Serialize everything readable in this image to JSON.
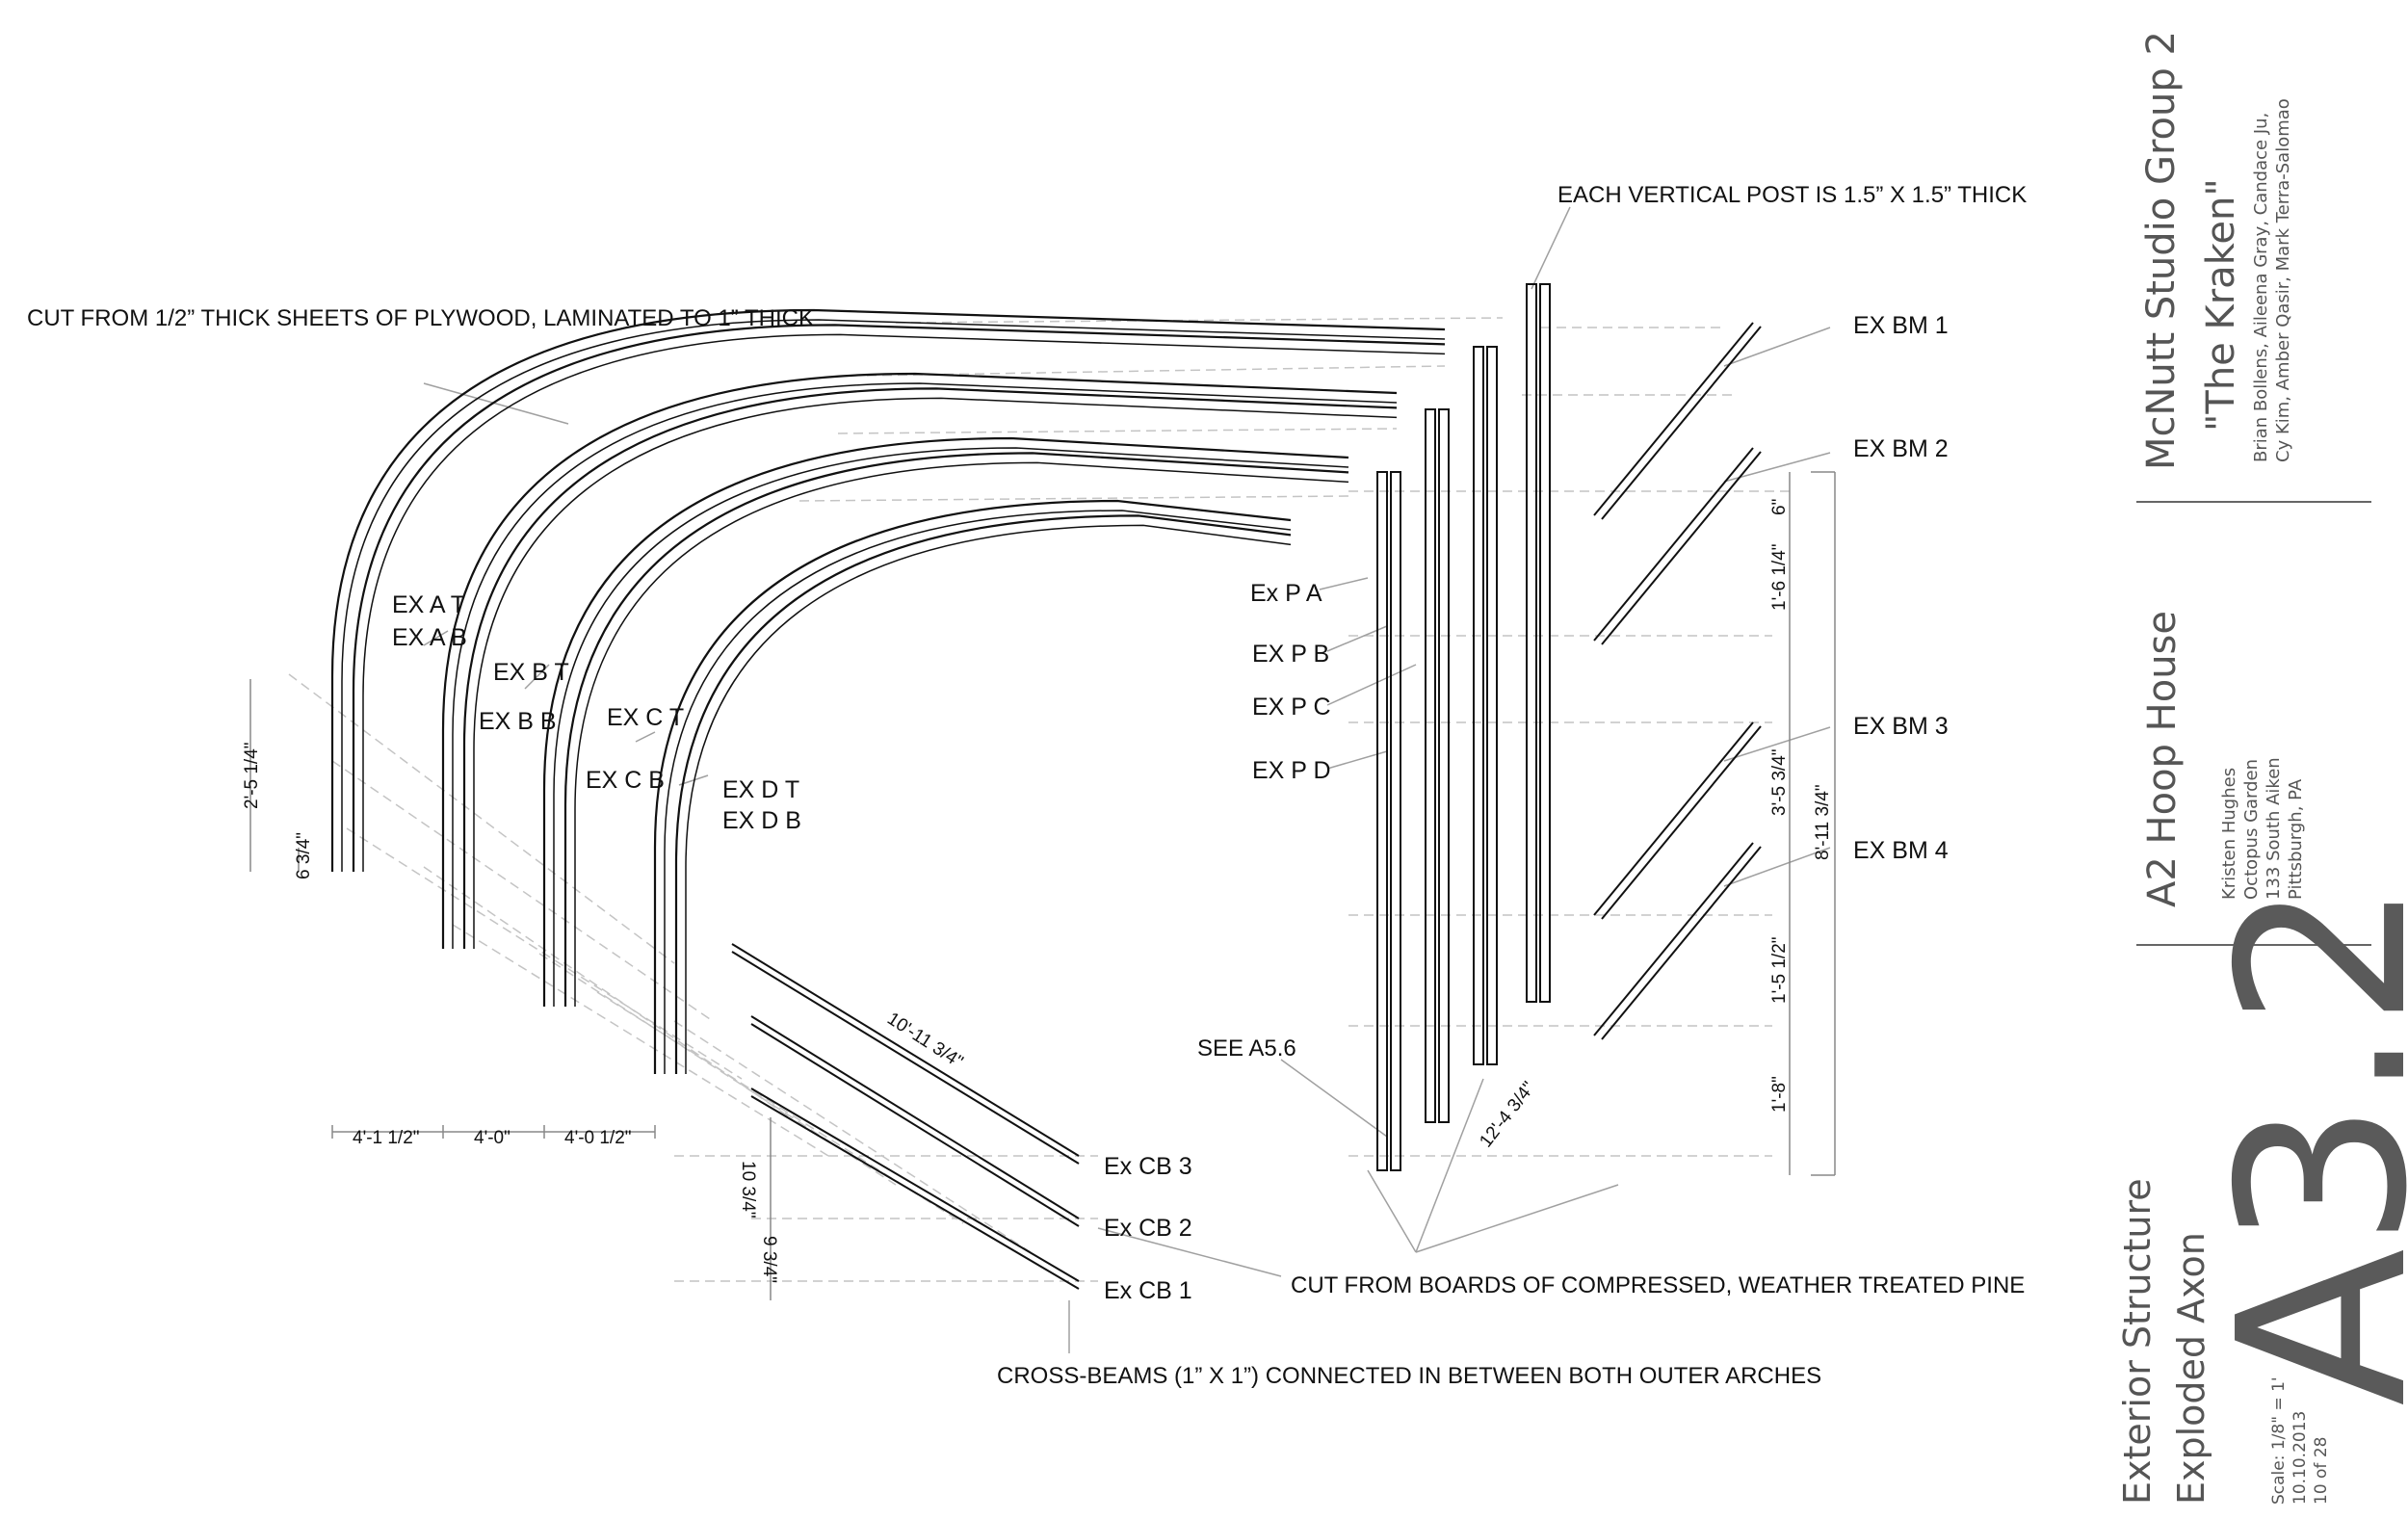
{
  "notes": {
    "vertical_post": "EACH VERTICAL POST IS 1.5” X 1.5” THICK",
    "plywood": "CUT FROM 1/2” THICK SHEETS OF PLYWOOD, LAMINATED TO 1” THICK",
    "pine": "CUT FROM BOARDS OF COMPRESSED, WEATHER TREATED PINE",
    "cross_beams": "CROSS-BEAMS (1” X 1”) CONNECTED IN BETWEEN BOTH OUTER ARCHES",
    "see_detail": "SEE A5.6"
  },
  "arch_labels": [
    "EX A T",
    "EX A B",
    "EX B T",
    "EX B B",
    "EX C T",
    "EX C B",
    "EX D T",
    "EX D B"
  ],
  "post_labels": [
    "Ex P A",
    "EX P B",
    "EX P C",
    "EX P D"
  ],
  "beam_labels": [
    "EX BM 1",
    "EX BM 2",
    "EX BM 3",
    "EX BM 4"
  ],
  "cross_beam_labels": [
    "Ex CB 3",
    "Ex CB 2",
    "Ex CB 1"
  ],
  "dimensions": {
    "arch_height_1": "2'-5 1/4\"",
    "arch_height_2": "6 3/4\"",
    "arch_spacing_1": "4'-1 1/2\"",
    "arch_spacing_2": "4'-0\"",
    "arch_spacing_3": "4'-0 1/2\"",
    "cross_beam_length": "10'-11 3/4\"",
    "cross_beam_spacing_1": "10 3/4\"",
    "cross_beam_spacing_2": "9 3/4\"",
    "post_length": "12'-4 3/4\"",
    "beam_spacing_1": "6\"",
    "beam_spacing_2": "1'-6 1/4\"",
    "beam_spacing_3": "3'-5 3/4\"",
    "beam_spacing_4": "1'-5 1/2\"",
    "beam_spacing_5": "1'-8\"",
    "overall_height": "8'-11 3/4\""
  },
  "title_block": {
    "studio": "McNutt Studio Group 2",
    "project_name": "\"The Kraken\"",
    "team_line_1": "Brian Bollens, Aileena Gray, Candace Ju,",
    "team_line_2": "Cy Kim, Amber Qasir, Mark Terra-Salomao",
    "project": "A2 Hoop House",
    "client": "Kristen Hughes",
    "org": "Octopus Garden",
    "address": "133 South Aiken",
    "city": "Pittsburgh, PA",
    "sheet_number": "A3.2",
    "sheet_title_1": "Exterior Structure",
    "sheet_title_2": "Exploded Axon",
    "scale": "Scale: 1/8\" = 1'",
    "date": "10.10.2013",
    "page": "10 of 28"
  }
}
